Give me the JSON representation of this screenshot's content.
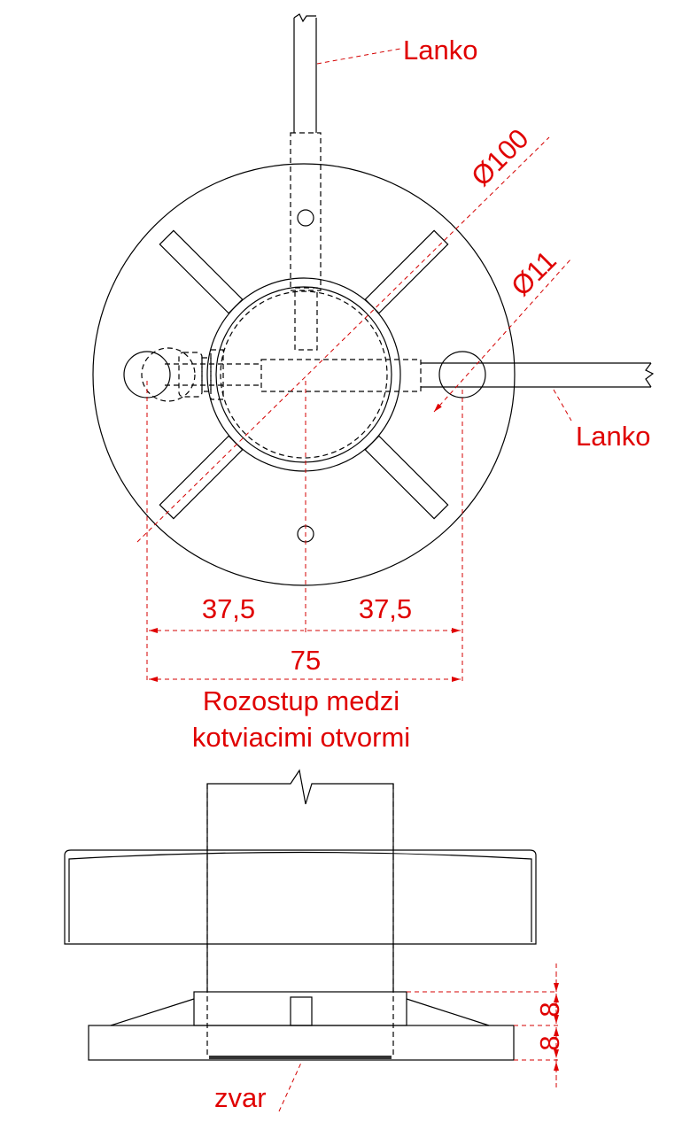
{
  "labels": {
    "rope_top": "Lanko",
    "rope_right": "Lanko",
    "outer_diameter": "Ø100",
    "hole_diameter": "Ø11",
    "half_spacing_left": "37,5",
    "half_spacing_right": "37,5",
    "spacing_total": "75",
    "spacing_caption_line1": "Rozostup medzi",
    "spacing_caption_line2": "kotviacimi otvormi",
    "thickness_upper": "8",
    "thickness_lower": "8",
    "weld": "zvar"
  },
  "colors": {
    "dimension": "#e00000",
    "outline": "#000000"
  }
}
